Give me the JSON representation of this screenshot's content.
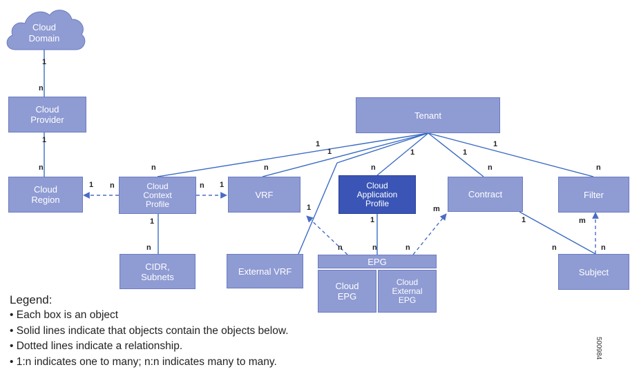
{
  "objects": {
    "cloud_domain": "Cloud\nDomain",
    "cloud_provider": "Cloud\nProvider",
    "cloud_region": "Cloud\nRegion",
    "tenant": "Tenant",
    "cloud_context_profile": "Cloud\nContext\nProfile",
    "vrf": "VRF",
    "cloud_application_profile": "Cloud\nApplication\nProfile",
    "contract": "Contract",
    "filter": "Filter",
    "cidr_subnets": "CIDR,\nSubnets",
    "external_vrf": "External VRF",
    "epg": "EPG",
    "cloud_epg": "Cloud\nEPG",
    "cloud_external_epg": "Cloud\nExternal\nEPG",
    "subject": "Subject"
  },
  "cardinality": [
    "1",
    "n",
    "1",
    "n",
    "1",
    "n",
    "n",
    "n",
    "1",
    "n",
    "1",
    "1",
    "1",
    "1",
    "1",
    "n",
    "n",
    "n",
    "1",
    "n",
    "1",
    "1",
    "m",
    "n",
    "n",
    "n",
    "1",
    "m",
    "n",
    "n"
  ],
  "legend": {
    "title": "Legend:",
    "items": [
      "• Each box is an object",
      "• Solid lines indicate that objects contain the objects below.",
      "• Dotted lines indicate a relationship.",
      "• 1:n indicates one to many; n:n indicates many to many."
    ]
  },
  "colors": {
    "box_fill": "#8f9bd3",
    "box_highlight": "#3a55b5",
    "line": "#3a6bc4"
  },
  "figure_id": "500984"
}
